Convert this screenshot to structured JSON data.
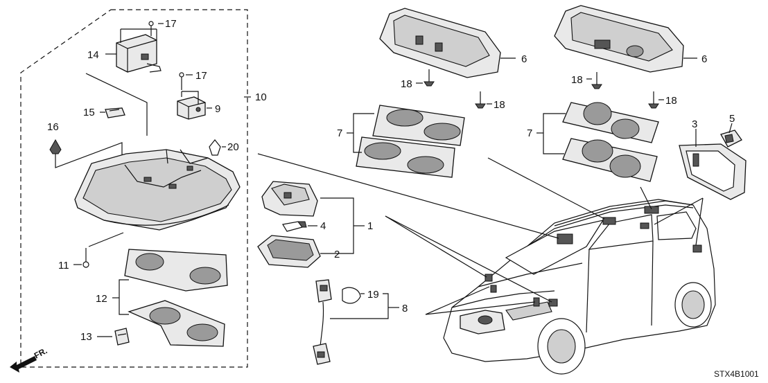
{
  "callouts": {
    "c1": "1",
    "c2": "2",
    "c3": "3",
    "c4": "4",
    "c5": "5",
    "c6a": "6",
    "c6b": "6",
    "c7a": "7",
    "c7b": "7",
    "c8": "8",
    "c9": "9",
    "c10": "10",
    "c11": "11",
    "c12": "12",
    "c13": "13",
    "c14": "14",
    "c15": "15",
    "c16": "16",
    "c17a": "17",
    "c17b": "17",
    "c18a": "18",
    "c18b": "18",
    "c18c": "18",
    "c18d": "18",
    "c19": "19",
    "c20": "20"
  },
  "direction_label": "FR.",
  "diagram_code": "STX4B1001",
  "icons": [
    "direction-arrow-icon"
  ]
}
